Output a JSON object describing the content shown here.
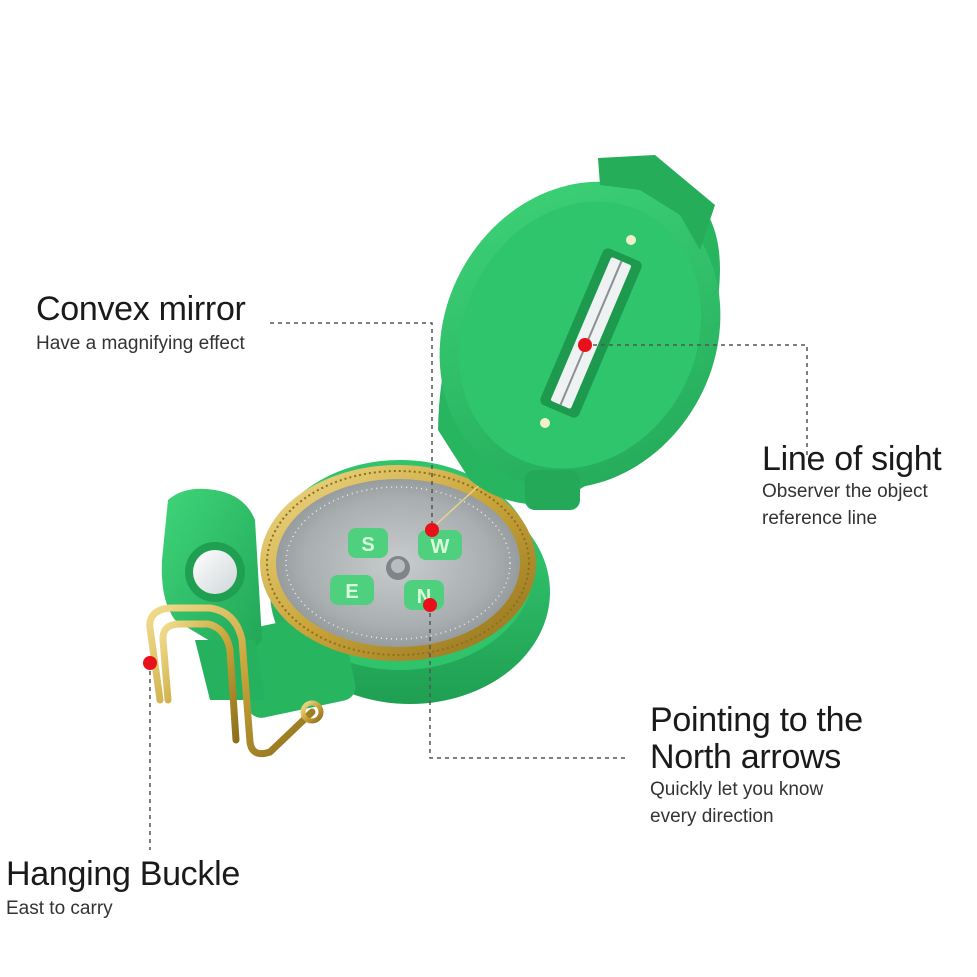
{
  "callouts": {
    "convex_mirror": {
      "title": "Convex mirror",
      "subtitle": "Have a magnifying effect"
    },
    "line_of_sight": {
      "title": "Line of sight",
      "subtitle_line1": "Observer the object",
      "subtitle_line2": "reference line"
    },
    "north_arrows": {
      "title_line1": "Pointing to the",
      "title_line2": "North arrows",
      "subtitle_line1": "Quickly let you know",
      "subtitle_line2": "every direction"
    },
    "hanging_buckle": {
      "title": "Hanging Buckle",
      "subtitle": "East to carry"
    }
  },
  "dial_letters": {
    "south": "S",
    "west": "W",
    "east": "E",
    "north": "N"
  },
  "colors": {
    "body_green": "#2ec46a",
    "marker_red": "#e8101a",
    "brass": "#c9a53a"
  }
}
